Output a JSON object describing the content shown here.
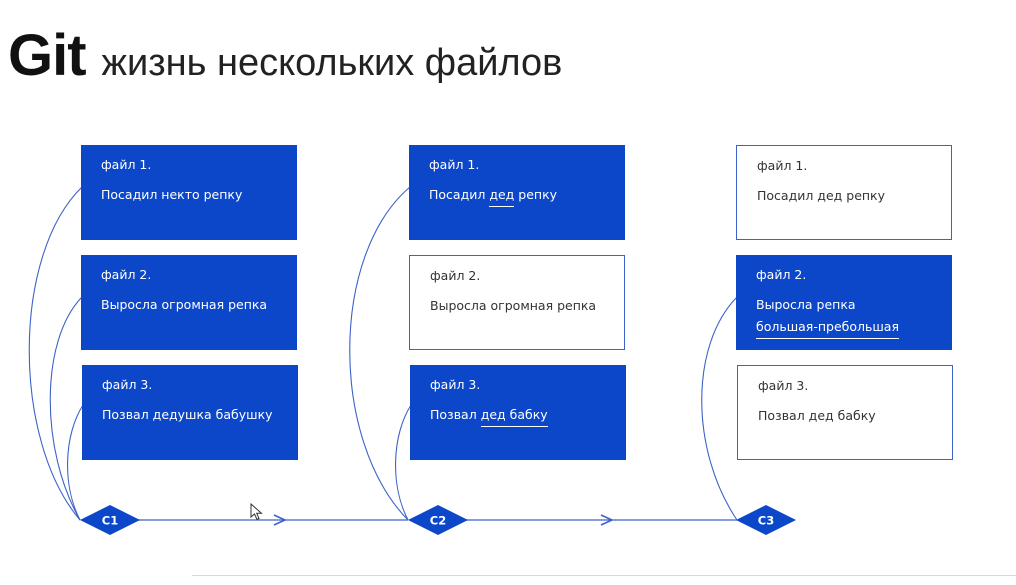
{
  "title": {
    "main": "Git",
    "subtitle": "жизнь нескольких файлов"
  },
  "colors": {
    "accent": "#0b47c8",
    "line": "#3d62c9",
    "border": "#3d62c9"
  },
  "columns": [
    {
      "commit": "C1",
      "cards": [
        {
          "name": "файл 1.",
          "text": "Посадил некто репку",
          "changed": true,
          "prefix": "Посадил некто репку",
          "highlight": "",
          "suffix": ""
        },
        {
          "name": "файл 2.",
          "text": "Выросла огромная репка",
          "changed": true,
          "prefix": "Выросла огромная репка",
          "highlight": "",
          "suffix": ""
        },
        {
          "name": "файл 3.",
          "text": "Позвал дедушка бабушку",
          "changed": true,
          "prefix": "Позвал дедушка бабушку",
          "highlight": "",
          "suffix": ""
        }
      ]
    },
    {
      "commit": "C2",
      "cards": [
        {
          "name": "файл 1.",
          "changed": true,
          "prefix": "Посадил ",
          "highlight": "дед",
          "suffix": " репку"
        },
        {
          "name": "файл 2.",
          "changed": false,
          "prefix": "Выросла огромная репка",
          "highlight": "",
          "suffix": ""
        },
        {
          "name": "файл 3.",
          "changed": true,
          "prefix": "Позвал ",
          "highlight": "дед бабку",
          "suffix": ""
        }
      ]
    },
    {
      "commit": "C3",
      "cards": [
        {
          "name": "файл 1.",
          "changed": false,
          "prefix": "Посадил дед репку",
          "highlight": "",
          "suffix": ""
        },
        {
          "name": "файл 2.",
          "changed": true,
          "prefix": "Выросла репка",
          "highlight": "большая-пребольшая",
          "suffix": ""
        },
        {
          "name": "файл 3.",
          "changed": false,
          "prefix": "Позвал дед бабку",
          "highlight": "",
          "suffix": ""
        }
      ]
    }
  ]
}
